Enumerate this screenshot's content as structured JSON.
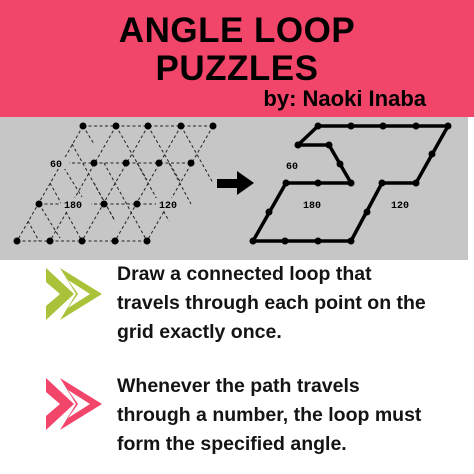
{
  "header": {
    "title_line1": "ANGLE LOOP",
    "title_line2": "PUZZLES",
    "byline": "by: Naoki Inaba",
    "background": "#f2456a"
  },
  "diagram": {
    "background": "#c6c6c6",
    "left_grid_labels": [
      "60",
      "180",
      "120"
    ],
    "right_grid_labels": [
      "60",
      "180",
      "120"
    ],
    "arrow_icon": "right-arrow"
  },
  "rules": [
    {
      "icon": "double-chevron-right-icon",
      "icon_color": "#a8c23a",
      "lines": [
        "Draw a connected loop that",
        "travels through each point on the",
        "grid exactly once."
      ]
    },
    {
      "icon": "double-chevron-right-icon",
      "icon_color": "#f2456a",
      "lines": [
        "Whenever the path travels",
        "through a number, the loop must",
        "form the specified angle."
      ]
    }
  ]
}
